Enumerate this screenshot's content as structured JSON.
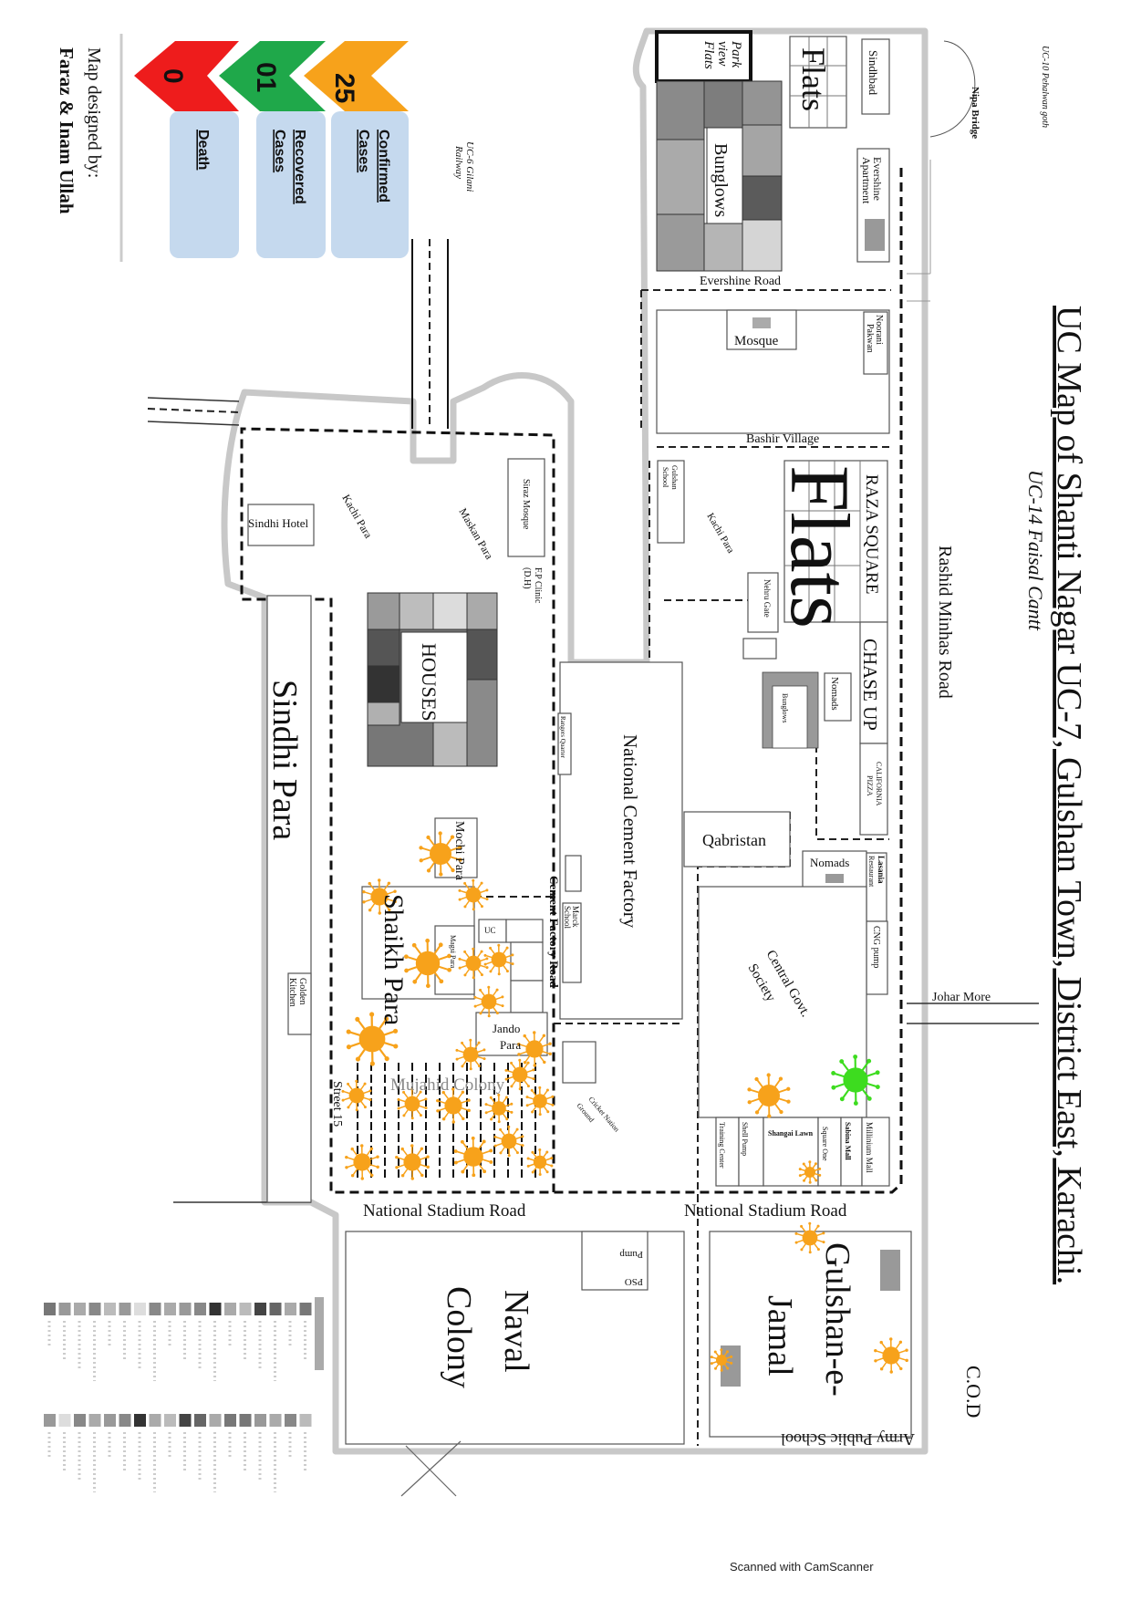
{
  "title": "UC Map of Shanti Nagar UC-7, Gulshan Town, District East, Karachi.",
  "neighbours": {
    "uc14": "UC-14  Faisal Cantt",
    "uc10": "UC-10 Pehalwan goth",
    "uc6_line1": "UC-6 Gilani",
    "uc6_line2": "Railway",
    "cod": "C.O.D",
    "army_school": "Army Public School"
  },
  "legend": {
    "confirmed": {
      "count": "25",
      "label_lines": [
        "Confirmed",
        "Cases"
      ],
      "color": "#f7a21b"
    },
    "recovered": {
      "count": "01",
      "label_lines": [
        "Recovered",
        "Cases"
      ],
      "color": "#1fa84a"
    },
    "death": {
      "count": "0",
      "label_lines": [
        "Death"
      ],
      "color": "#ee1c1c"
    },
    "box_color": "#c5d9ee"
  },
  "credits": {
    "line1": "Map designed by:",
    "line2": "Faraz & Inam Ullah"
  },
  "roads": {
    "rashid_minhas": "Rashid Minhas Road",
    "evershine": "Evershine Road",
    "bashir_village": "Bashir Village",
    "national_stadium_left": "National Stadium Road",
    "national_stadium_right": "National Stadium Road",
    "johar_more": "Johar More",
    "nipa_bridge": "Nipa Bridge",
    "cement_factory_road": "Cement Factory Road",
    "street_15": "Street 15"
  },
  "places": {
    "park_view_lines": [
      "Park",
      "view",
      "Flats"
    ],
    "bungalows": "Bunglows",
    "flats_top": "Flats",
    "sindhbad": "Sindhbad",
    "evershine_apartment_lines": [
      "Evershine",
      "Apartment"
    ],
    "mosque": "Mosque",
    "noorani_lines": [
      "Noorani",
      "Pakwan"
    ],
    "raza_square": "RAZA SQUARE",
    "flats_raza": "Flats",
    "chase_up": "CHASE UP",
    "california_lines": [
      "CALIFORNIA",
      "PIZZA"
    ],
    "gulshan_school_lines": [
      "Gulshan",
      "School"
    ],
    "kachi_para_right": "Kachi Para",
    "nehru_gate": "Nehru Gate",
    "bungalows_small": "Bunglows",
    "nomads_small": "Nomads",
    "qabristan": "Qabristan",
    "nomads": "Nomads",
    "lasania_lines": [
      "Lasania",
      "Restaurant"
    ],
    "cng_pump": "CNG pump",
    "central_govt_lines": [
      "Central Govt.",
      "Society"
    ],
    "millinium_mall": "Millinium Mall",
    "sabina_mall": "Sabina Mall",
    "square_one": "Square One",
    "shangai_lawn": "Shangai Lawn",
    "shell_pump": "Shell Pump",
    "training_center": "Training Center",
    "national_cement_factory": "National Cement Factory",
    "rangers_quarter": "Rangers Quarter",
    "marck_school_lines": [
      "Marck",
      "School"
    ],
    "sindhi_hotel": "Sindhi Hotel",
    "kachi_para_left": "Kachi Para",
    "maskan_para": "Maskan Para",
    "siraz_mosque": "Siraz Mosque",
    "fp_clinic_lines": [
      "F.P Clinic",
      "(D.H)"
    ],
    "houses": "HOUSES",
    "sindhi_para": "Sindhi Para",
    "golden_kitchen_lines": [
      "Golden",
      "Kitchen"
    ],
    "mochi_para": "Mochi Para",
    "shaikh_para": "Shaikh Para",
    "magsi_para": "Magsi Para",
    "uc": "UC",
    "jando_para_lines": [
      "Jando",
      "Para"
    ],
    "mujahid_colony": "Mujahid Colony",
    "ground_lines": [
      "Cricket Nation",
      "Ground"
    ],
    "naval_lines": [
      "Naval",
      "Colony"
    ],
    "pso_lines": [
      "PSO",
      "Pump"
    ],
    "gulshan_jamal_lines": [
      "Gulshan-e-",
      "Jamal"
    ]
  },
  "footer": "Scanned with CamScanner"
}
